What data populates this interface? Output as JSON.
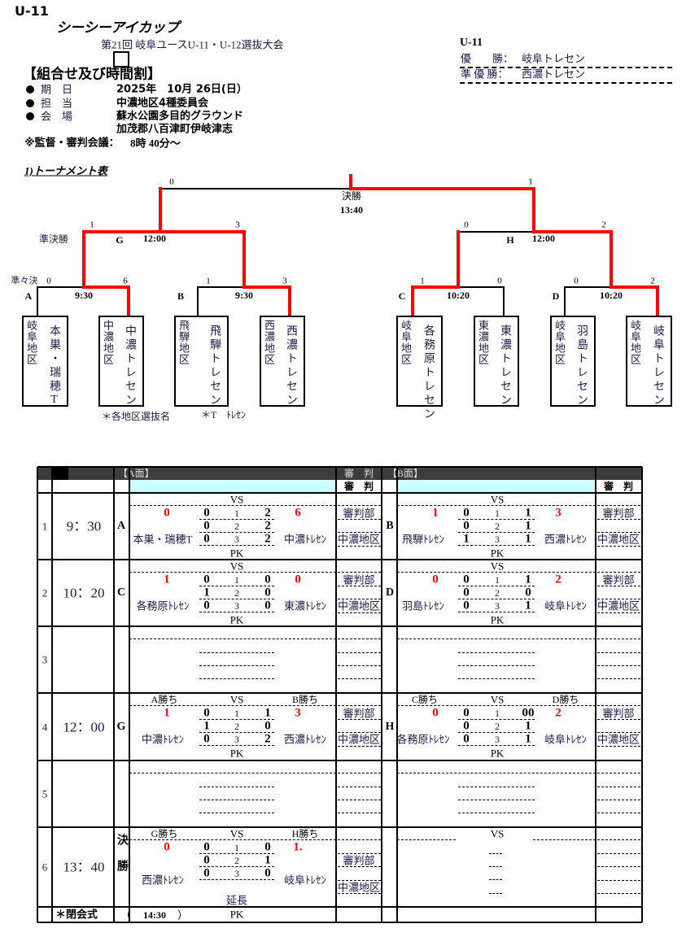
{
  "header": {
    "category": "U-11",
    "cup_name": "シーシーアイカップ",
    "tournament_name": "第21回 岐阜ユースU-11・U-12選抜大会",
    "section_title": "【組合せ及び時間割】",
    "info": [
      {
        "label": "期　日",
        "value": "2025年　10月 26日(日）"
      },
      {
        "label": "担　当",
        "value": "中濃地区4種委員会"
      },
      {
        "label": "会　場",
        "value": "蘇水公園多目的グラウンド"
      },
      {
        "label": "",
        "value": "加茂郡八百津町伊岐津志"
      }
    ],
    "meeting_label": "※監督・審判会議：",
    "meeting_time": "8時 40分～",
    "bracket_title": "1)トーナメント表"
  },
  "results": {
    "category": "U-11",
    "winner_label": "優　　勝：",
    "winner": "岐阜トレセン",
    "runner_up_label": "準 優 勝：",
    "runner_up": "西濃トレセン"
  },
  "bracket": {
    "accent_color": "#ff0000",
    "round_labels": {
      "semi": "準決勝",
      "quarter": "準々決"
    },
    "final": {
      "label": "決勝",
      "time": "13:40",
      "scores": [
        "0",
        "1"
      ]
    },
    "semifinals": [
      {
        "code": "G",
        "time": "12:00",
        "scores": [
          "1",
          "3"
        ]
      },
      {
        "code": "H",
        "time": "12:00",
        "scores": [
          "0",
          "2"
        ]
      }
    ],
    "quarterfinals": [
      {
        "code": "A",
        "time": "9:30",
        "scores": [
          "0",
          "6"
        ],
        "teams": [
          {
            "region": "岐阜地区",
            "name": "本巣・瑞穂T"
          },
          {
            "region": "中濃地区",
            "name": "中濃トレセン"
          }
        ]
      },
      {
        "code": "B",
        "time": "9:30",
        "scores": [
          "1",
          "3"
        ],
        "teams": [
          {
            "region": "飛騨地区",
            "name": "飛騨トレセン"
          },
          {
            "region": "西濃地区",
            "name": "西濃トレセン"
          }
        ]
      },
      {
        "code": "C",
        "time": "10:20",
        "scores": [
          "1",
          "0"
        ],
        "teams": [
          {
            "region": "岐阜地区",
            "name": "各務原トレセン"
          },
          {
            "region": "東濃地区",
            "name": "東濃トレセン"
          }
        ]
      },
      {
        "code": "D",
        "time": "10:20",
        "scores": [
          "0",
          "2"
        ],
        "teams": [
          {
            "region": "岐阜地区",
            "name": "羽島トレセン"
          },
          {
            "region": "岐阜地区",
            "name": "岐阜トレセン"
          }
        ]
      }
    ],
    "notes": [
      "＊各地区選抜名",
      "＊T　ﾄﾚｾﾝ"
    ]
  },
  "schedule": {
    "headers": {
      "court_a": "【A面】",
      "court_b": "【B面】",
      "referee": "審　判"
    },
    "vs": "VS",
    "pk": "PK",
    "extra_time": "延長",
    "period_labels": [
      "1",
      "2",
      "3"
    ],
    "rows": [
      {
        "no": "1",
        "time": "9：30",
        "a": {
          "code": "A",
          "left_team": "本巣・瑞穂T",
          "right_team": "中濃ﾄﾚｾﾝ",
          "left_total": "0",
          "right_total": "6",
          "periods": [
            [
              "0",
              "2"
            ],
            [
              "0",
              "2"
            ],
            [
              "0",
              "2"
            ]
          ],
          "referee": [
            "審判部",
            "中濃地区"
          ]
        },
        "b": {
          "code": "B",
          "left_team": "飛騨ﾄﾚｾﾝ",
          "right_team": "西濃ﾄﾚｾﾝ",
          "left_total": "1",
          "right_total": "3",
          "periods": [
            [
              "0",
              "1"
            ],
            [
              "0",
              "1"
            ],
            [
              "1",
              "1"
            ]
          ],
          "referee": [
            "審判部",
            "中濃地区"
          ]
        }
      },
      {
        "no": "2",
        "time": "10：20",
        "a": {
          "code": "C",
          "left_team": "各務原ﾄﾚｾﾝ",
          "right_team": "東濃ﾄﾚｾﾝ",
          "left_total": "1",
          "right_total": "0",
          "periods": [
            [
              "0",
              "0"
            ],
            [
              "1",
              "0"
            ],
            [
              "0",
              "0"
            ]
          ],
          "referee": [
            "審判部",
            "中濃地区"
          ]
        },
        "b": {
          "code": "D",
          "left_team": "羽島ﾄﾚｾﾝ",
          "right_team": "岐阜ﾄﾚｾﾝ",
          "left_total": "0",
          "right_total": "2",
          "periods": [
            [
              "0",
              "1"
            ],
            [
              "0",
              "0"
            ],
            [
              "0",
              "1"
            ]
          ],
          "referee": [
            "審判部",
            "中濃地区"
          ]
        }
      },
      {
        "no": "3",
        "time": ""
      },
      {
        "no": "4",
        "time": "12：00",
        "a": {
          "code": "G",
          "left_label": "A勝ち",
          "right_label": "B勝ち",
          "left_team": "中濃ﾄﾚｾﾝ",
          "right_team": "西濃ﾄﾚｾﾝ",
          "left_total": "1",
          "right_total": "3",
          "periods": [
            [
              "0",
              "1"
            ],
            [
              "1",
              "0"
            ],
            [
              "0",
              "2"
            ]
          ],
          "referee": [
            "審判部",
            "中濃地区"
          ]
        },
        "b": {
          "code": "H",
          "left_label": "C勝ち",
          "right_label": "D勝ち",
          "left_team": "各務原ﾄﾚｾﾝ",
          "right_team": "岐阜ﾄﾚｾﾝ",
          "left_total": "0",
          "right_total": "2",
          "periods": [
            [
              "0",
              "00"
            ],
            [
              "0",
              "1"
            ],
            [
              "0",
              "1"
            ]
          ],
          "referee": [
            "審判部",
            "中濃地区"
          ]
        }
      },
      {
        "no": "5",
        "time": ""
      },
      {
        "no": "6",
        "time": "13：40",
        "a": {
          "code": "決勝",
          "left_label": "G勝ち",
          "right_label": "H勝ち",
          "left_team": "西濃ﾄﾚｾﾝ",
          "right_team": "岐阜ﾄﾚｾﾝ",
          "left_total": "0",
          "right_total": "1.",
          "periods": [
            [
              "0",
              "0"
            ],
            [
              "0",
              "1"
            ],
            [
              "0",
              "0"
            ]
          ],
          "referee": [
            "審判部",
            "中濃地区"
          ]
        }
      }
    ],
    "closing": {
      "label": "＊閉会式",
      "open": "（",
      "time": "14:30",
      "close": "）"
    }
  }
}
